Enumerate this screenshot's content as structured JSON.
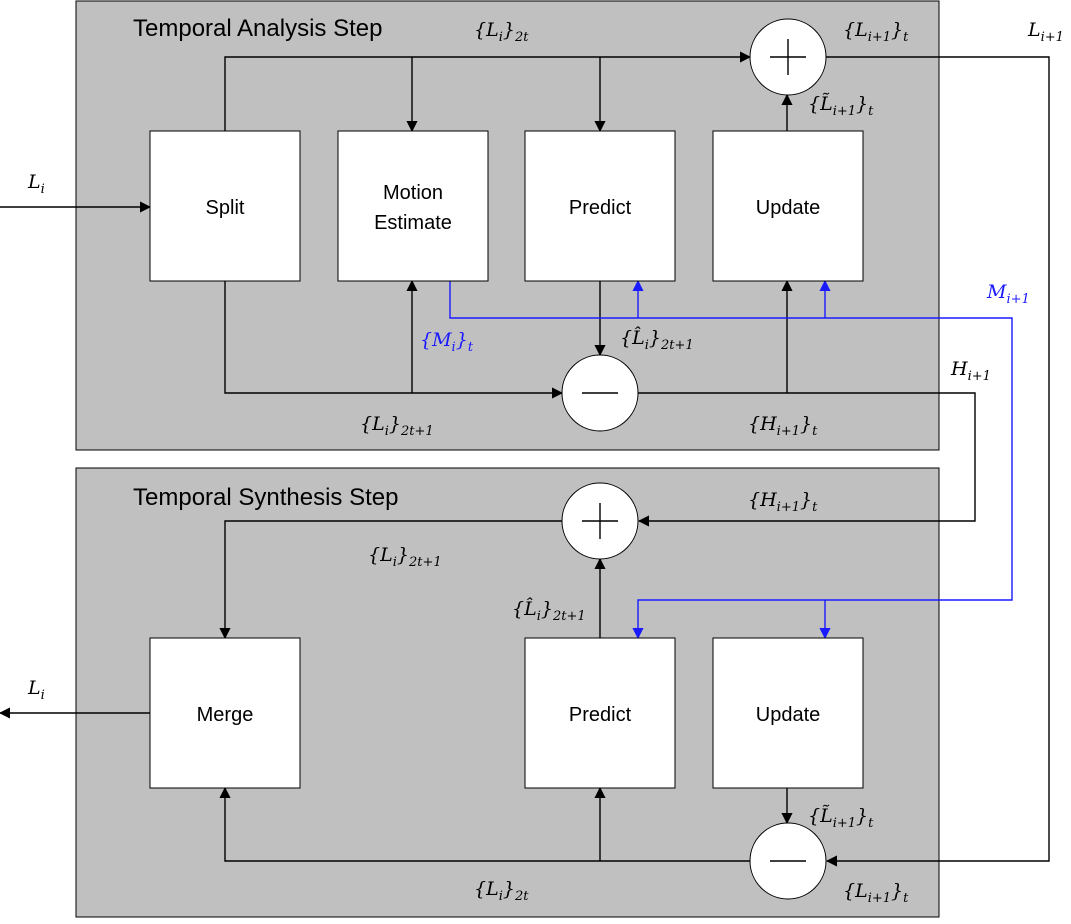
{
  "analysis_panel": {
    "title": "Temporal Analysis Step",
    "blocks": {
      "split": "Split",
      "motion_line1": "Motion",
      "motion_line2": "Estimate",
      "predict": "Predict",
      "update": "Update"
    },
    "labels": {
      "input_L": "L",
      "input_L_sub": "i",
      "L_even": "{L",
      "L_even_sub1": "i",
      "L_even_sub2": "2t",
      "L_next": "{L",
      "L_next_sub1": "i+1",
      "L_next_sub2": "t",
      "L_tilde": "{L̃",
      "L_tilde_sub1": "i+1",
      "L_tilde_sub2": "t",
      "M_i": "{M",
      "M_i_sub1": "i",
      "M_i_sub2": "t",
      "L_hat": "{L̂",
      "L_hat_sub1": "i",
      "L_hat_sub2": "2t+1",
      "L_odd": "{L",
      "L_odd_sub1": "i",
      "L_odd_sub2": "2t+1",
      "H": "{H",
      "H_sub1": "i+1",
      "H_sub2": "t"
    }
  },
  "outer_labels": {
    "L_out": "L",
    "L_out_sub": "i+1",
    "M_out": "M",
    "M_out_sub": "i+1",
    "H_out": "H",
    "H_out_sub": "i+1",
    "L_final": "L",
    "L_final_sub": "i"
  },
  "synthesis_panel": {
    "title": "Temporal Synthesis Step",
    "blocks": {
      "merge": "Merge",
      "predict": "Predict",
      "update": "Update"
    },
    "labels": {
      "H": "{H",
      "H_sub1": "i+1",
      "H_sub2": "t",
      "L_odd": "{L",
      "L_odd_sub1": "i",
      "L_odd_sub2": "2t+1",
      "L_hat": "{L̂",
      "L_hat_sub1": "i",
      "L_hat_sub2": "2t+1",
      "L_tilde": "{L̃",
      "L_tilde_sub1": "i+1",
      "L_tilde_sub2": "t",
      "L_even": "{L",
      "L_even_sub1": "i",
      "L_even_sub2": "2t",
      "L_next": "{L",
      "L_next_sub1": "i+1",
      "L_next_sub2": "t"
    }
  },
  "operators": {
    "plus": "+",
    "minus": "−"
  },
  "colors": {
    "panel": "#c0c0c0",
    "motion_line": "#1a1aff",
    "line": "#000000"
  }
}
